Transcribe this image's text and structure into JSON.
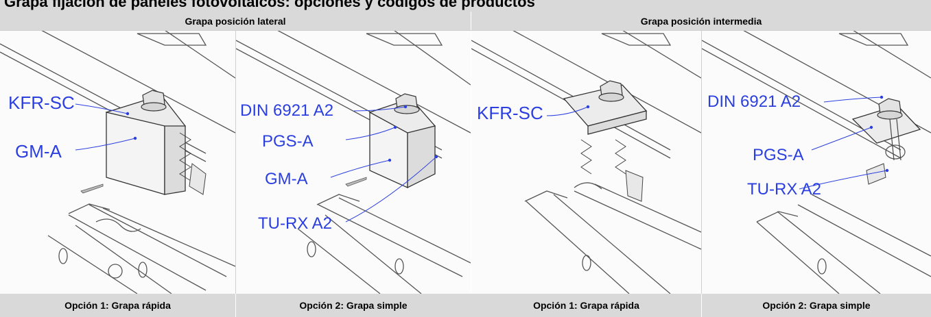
{
  "title": "Grapa fijación de paneles fotovoltaicos: opciones y códigos de productos",
  "headers": [
    "Grapa posición lateral",
    "Grapa posición intermedia"
  ],
  "captions": [
    "Opción 1: Grapa rápida",
    "Opción 2: Grapa simple",
    "Opción 1: Grapa rápida",
    "Opción 2: Grapa simple"
  ],
  "panel1": {
    "labels": [
      "KFR-SC",
      "GM-A"
    ]
  },
  "panel2": {
    "labels": [
      "DIN 6921 A2",
      "PGS-A",
      "GM-A",
      "TU-RX A2"
    ]
  },
  "panel3": {
    "labels": [
      "KFR-SC"
    ]
  },
  "panel4": {
    "labels": [
      "DIN 6921 A2",
      "PGS-A",
      "TU-RX A2"
    ]
  },
  "colors": {
    "header_bg": "#d9d9d9",
    "callout": "#2b3fe0"
  }
}
